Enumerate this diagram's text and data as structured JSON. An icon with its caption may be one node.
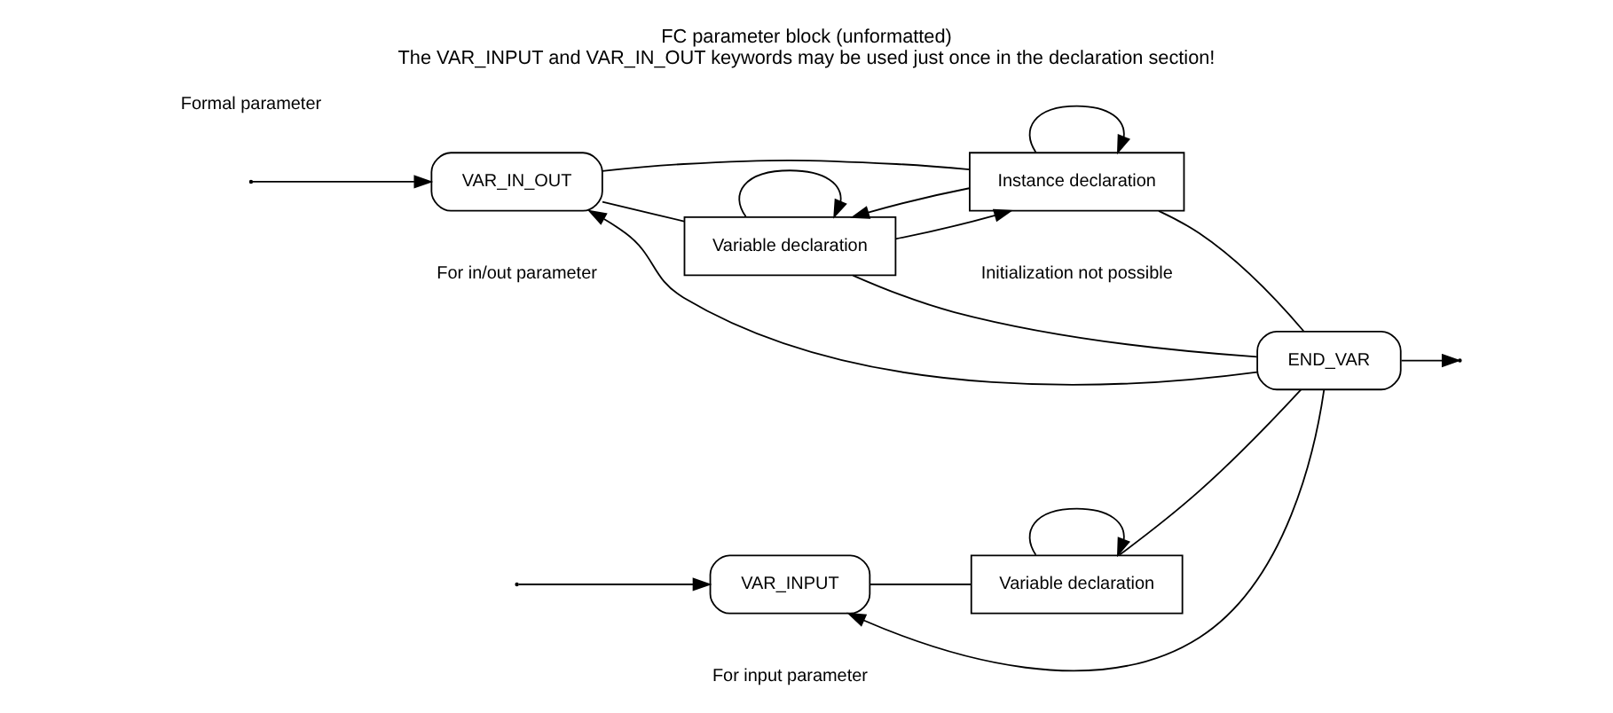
{
  "diagram": {
    "title": "FC parameter block (unformatted)",
    "caption": "The VAR_INPUT and VAR_IN_OUT keywords may be used just once in the declaration section!",
    "nodes": [
      {
        "text": [
          "VAR_INPUT"
        ],
        "beside": [
          "For input parameter"
        ]
      },
      {
        "text": [
          "Variable declaration"
        ]
      },
      {
        "text": [
          "VAR_IN_OUT"
        ],
        "beside": [
          "For in/out parameter"
        ]
      },
      {
        "text": [
          "Variable declaration"
        ]
      },
      {
        "text": [
          "Instance declaration"
        ],
        "beside": [
          "Initialization not possible"
        ]
      },
      {
        "text": [
          "END_VAR"
        ]
      }
    ],
    "edges": [
      {
        "from": null,
        "to": 0,
        "arrow": "to"
      },
      {
        "from": null,
        "to": 2,
        "arrow": "to"
      },
      {
        "from": 0,
        "to": 1,
        "arrow": "none"
      },
      {
        "from": 1,
        "to": 1,
        "arrow": "to"
      },
      {
        "from": 2,
        "to": 3,
        "arrow": "none"
      },
      {
        "from": 2,
        "to": 4,
        "arrow": "none"
      },
      {
        "from": 3,
        "to": 3,
        "arrow": "to"
      },
      {
        "from": 3,
        "to": 4,
        "arrow": "to"
      },
      {
        "from": 4,
        "to": 3,
        "arrow": "to"
      },
      {
        "from": 4,
        "to": 4,
        "arrow": "to"
      },
      {
        "from": 1,
        "to": 5,
        "arrow": "none"
      },
      {
        "from": 3,
        "to": 5,
        "arrow": "none"
      },
      {
        "from": 4,
        "to": 5,
        "arrow": "none"
      },
      {
        "from": 5,
        "to": null,
        "arrow": "to"
      },
      {
        "from": 5,
        "to": 0,
        "arrow": "to"
      },
      {
        "from": 5,
        "to": 2,
        "arrow": "to"
      }
    ],
    "labels": [
      "Formal parameter"
    ]
  }
}
